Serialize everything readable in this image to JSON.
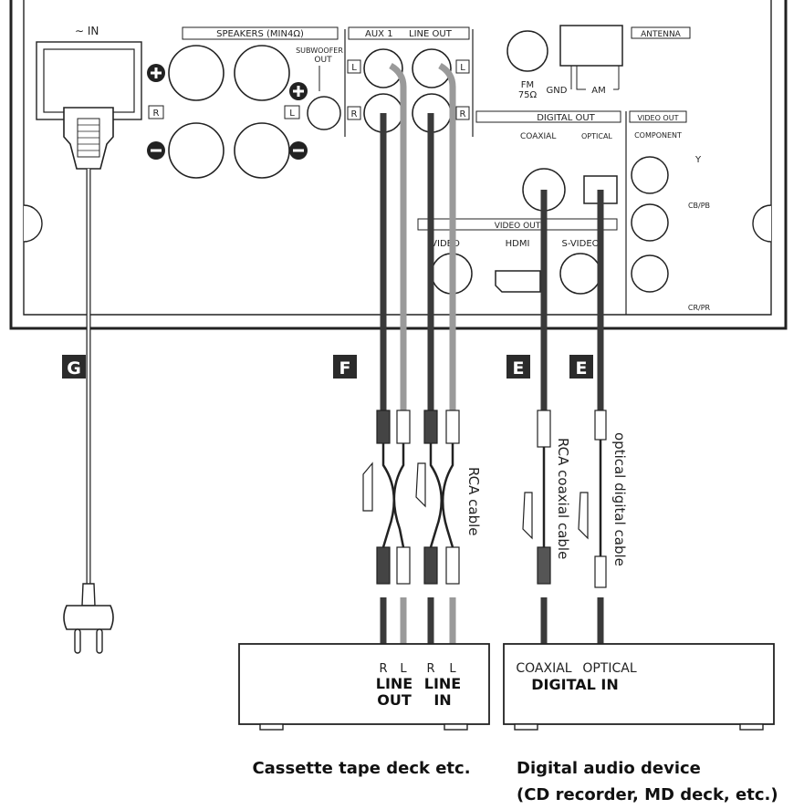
{
  "rear_panel": {
    "ac_in_label": "∼ IN",
    "speakers_label": "SPEAKERS (MIN4Ω)",
    "subwoofer_label_1": "SUBWOOFER",
    "subwoofer_label_2": "OUT",
    "r_label": "R",
    "l_label": "L",
    "aux_label": "AUX 1",
    "line_out_label": "LINE OUT",
    "antenna_label": "ANTENNA",
    "fm_label_1": "FM",
    "fm_label_2": "75Ω",
    "gnd_label": "GND",
    "am_label": "AM",
    "digital_out_label": "DIGITAL OUT",
    "coaxial_label": "COAXIAL",
    "optical_label": "OPTICAL",
    "video_out_label": "VIDEO OUT",
    "component_label": "COMPONENT",
    "y_label": "Y",
    "cb_label": "CB/PB",
    "cr_label": "CR/PR",
    "video_out_bar_label": "VIDEO OUT",
    "video_label": "VIDEO",
    "hdmi_label": "HDMI",
    "svideo_label": "S-VIDEO"
  },
  "badges": {
    "g": "G",
    "f": "F",
    "e1": "E",
    "e2": "E"
  },
  "cables": {
    "rca_cable": "RCA cable",
    "rca_coaxial_cable": "RCA coaxial cable",
    "optical_digital_cable": "optical digital cable"
  },
  "cassette_deck": {
    "r1": "R",
    "l1": "L",
    "r2": "R",
    "l2": "L",
    "line_out_1": "LINE",
    "line_out_2": "OUT",
    "line_in_1": "LINE",
    "line_in_2": "IN",
    "caption": "Cassette tape deck etc."
  },
  "digital_device": {
    "coaxial": "COAXIAL",
    "optical": "OPTICAL",
    "digital_in": "DIGITAL IN",
    "caption_1": "Digital audio device",
    "caption_2": "(CD recorder, MD deck, etc.)"
  }
}
